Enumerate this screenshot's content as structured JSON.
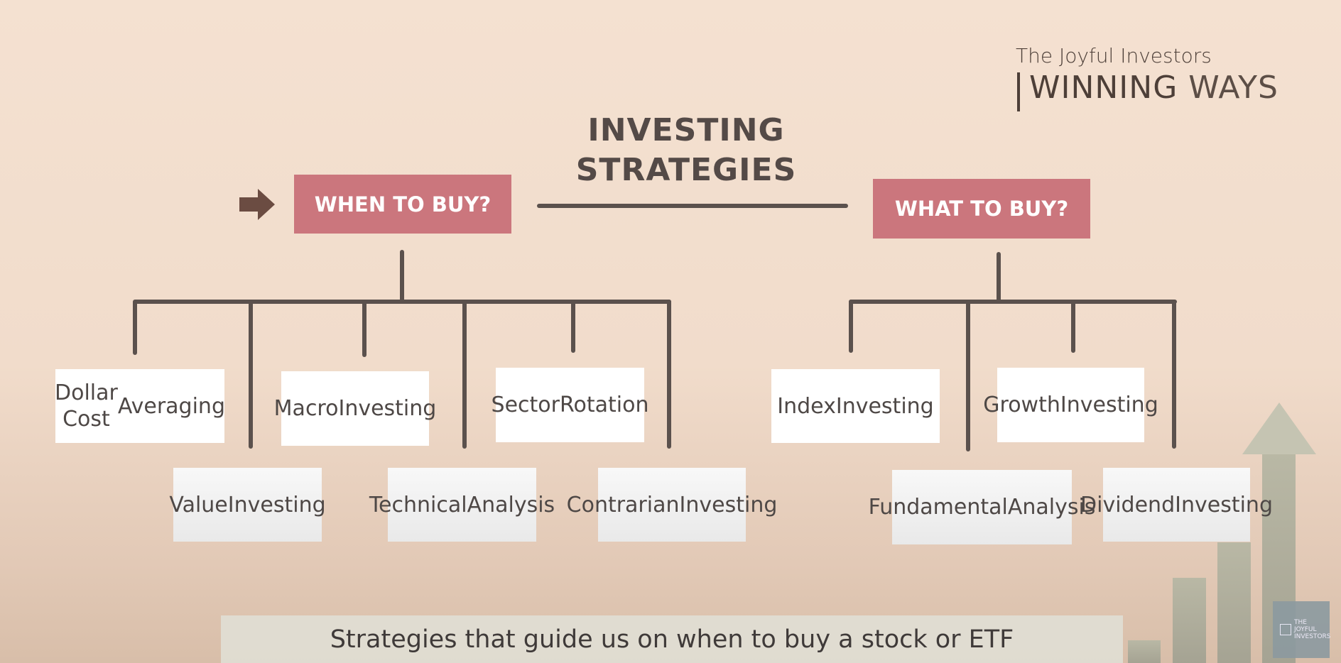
{
  "brand": {
    "line1": "The Joyful Investors",
    "line2_bold": "WINNING",
    "line2_thin": "WAYS",
    "watermark": "THE JOYFUL INVESTORS"
  },
  "title": {
    "line1": "INVESTING",
    "line2": "STRATEGIES"
  },
  "when": {
    "label": "WHEN TO BUY?",
    "items": [
      "Dollar Cost Averaging",
      "Value Investing",
      "Macro Investing",
      "Technical Analysis",
      "Sector Rotation",
      "Contrarian Investing"
    ]
  },
  "what": {
    "label": "WHAT TO BUY?",
    "items": [
      "Index Investing",
      "Fundamental Analysis",
      "Growth Investing",
      "Dividend Investing"
    ]
  },
  "subtitle": "Strategies that guide us on when to buy a stock or ETF",
  "colors": {
    "accent": "#cb767d",
    "background": "#f3e0d0",
    "lines": "#5b514d"
  }
}
